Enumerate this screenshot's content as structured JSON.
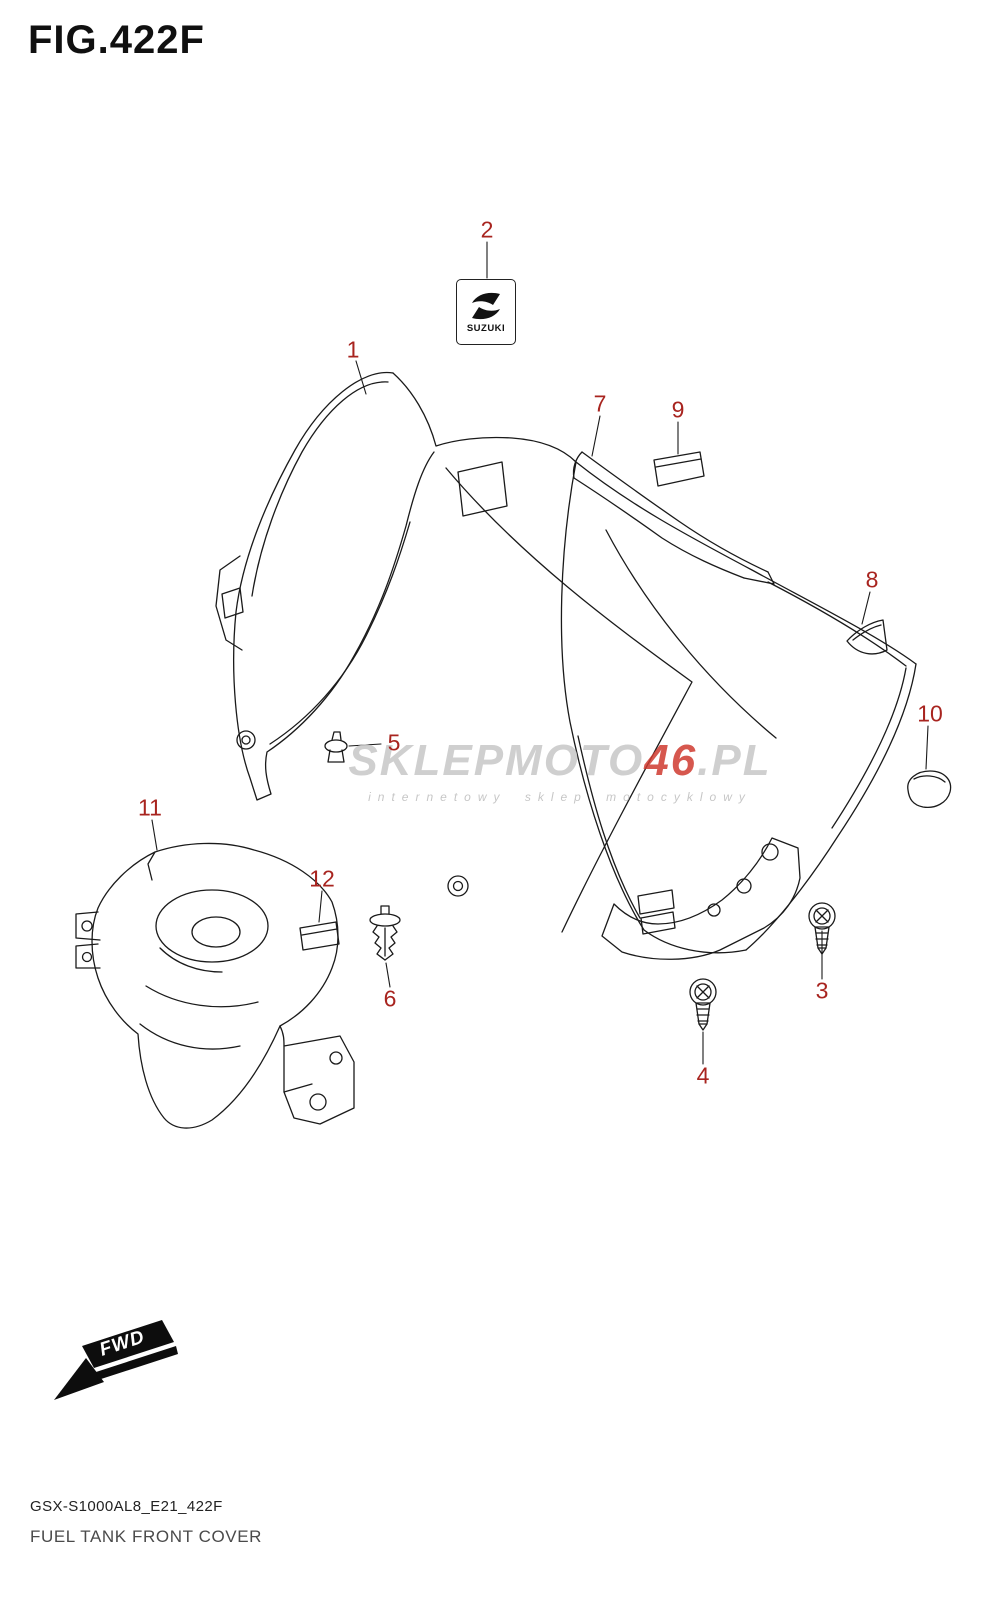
{
  "title": "FIG.422F",
  "emblem": {
    "label": "SUZUKI"
  },
  "watermark": {
    "main": "SKLEPMOTO",
    "accent": "46",
    "suffix": ".PL",
    "subtitle": "internetowy sklep motocyklowy"
  },
  "fwd": {
    "label": "FWD"
  },
  "footer": {
    "code": "GSX-S1000AL8_E21_422F",
    "title": "FUEL TANK FRONT COVER"
  },
  "callouts": [
    {
      "n": "1"
    },
    {
      "n": "2"
    },
    {
      "n": "3"
    },
    {
      "n": "4"
    },
    {
      "n": "5"
    },
    {
      "n": "6"
    },
    {
      "n": "7"
    },
    {
      "n": "8"
    },
    {
      "n": "9"
    },
    {
      "n": "10"
    },
    {
      "n": "11"
    },
    {
      "n": "12"
    }
  ],
  "colors": {
    "callout": "#a8241f",
    "line": "#1a1a1a",
    "wm_gray": "#c7c7c7",
    "wm_red": "#cf3a30"
  }
}
